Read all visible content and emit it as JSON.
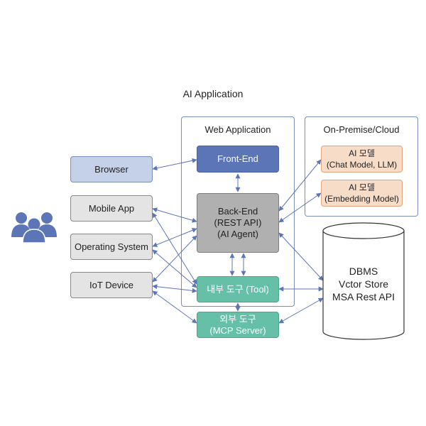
{
  "title": "AI Application",
  "containers": {
    "web": "Web Application",
    "cloud": "On-Premise/Cloud"
  },
  "clients": {
    "browser": "Browser",
    "mobile": "Mobile App",
    "os": "Operating System",
    "iot": "IoT Device"
  },
  "web": {
    "frontend": "Front-End",
    "backend": [
      "Back-End",
      "(REST API)",
      "(AI Agent)"
    ],
    "internal_tool": "내부 도구 (Tool)",
    "external_tool": [
      "외부 도구",
      "(MCP Server)"
    ]
  },
  "models": {
    "chat": [
      "AI 모델",
      "(Chat Model, LLM)"
    ],
    "embedding": [
      "AI 모델",
      "(Embedding Model)"
    ]
  },
  "database": [
    "DBMS",
    "Vctor Store",
    "MSA Rest API"
  ],
  "colors": {
    "arrow": "#5b75b7",
    "container_border": "#7a8fb8",
    "frontend": "#5b75b7",
    "tool": "#66c0a8",
    "model": "#f7dcc8",
    "users": "#5b75b7"
  },
  "icons": {
    "users": "users-group-icon"
  }
}
